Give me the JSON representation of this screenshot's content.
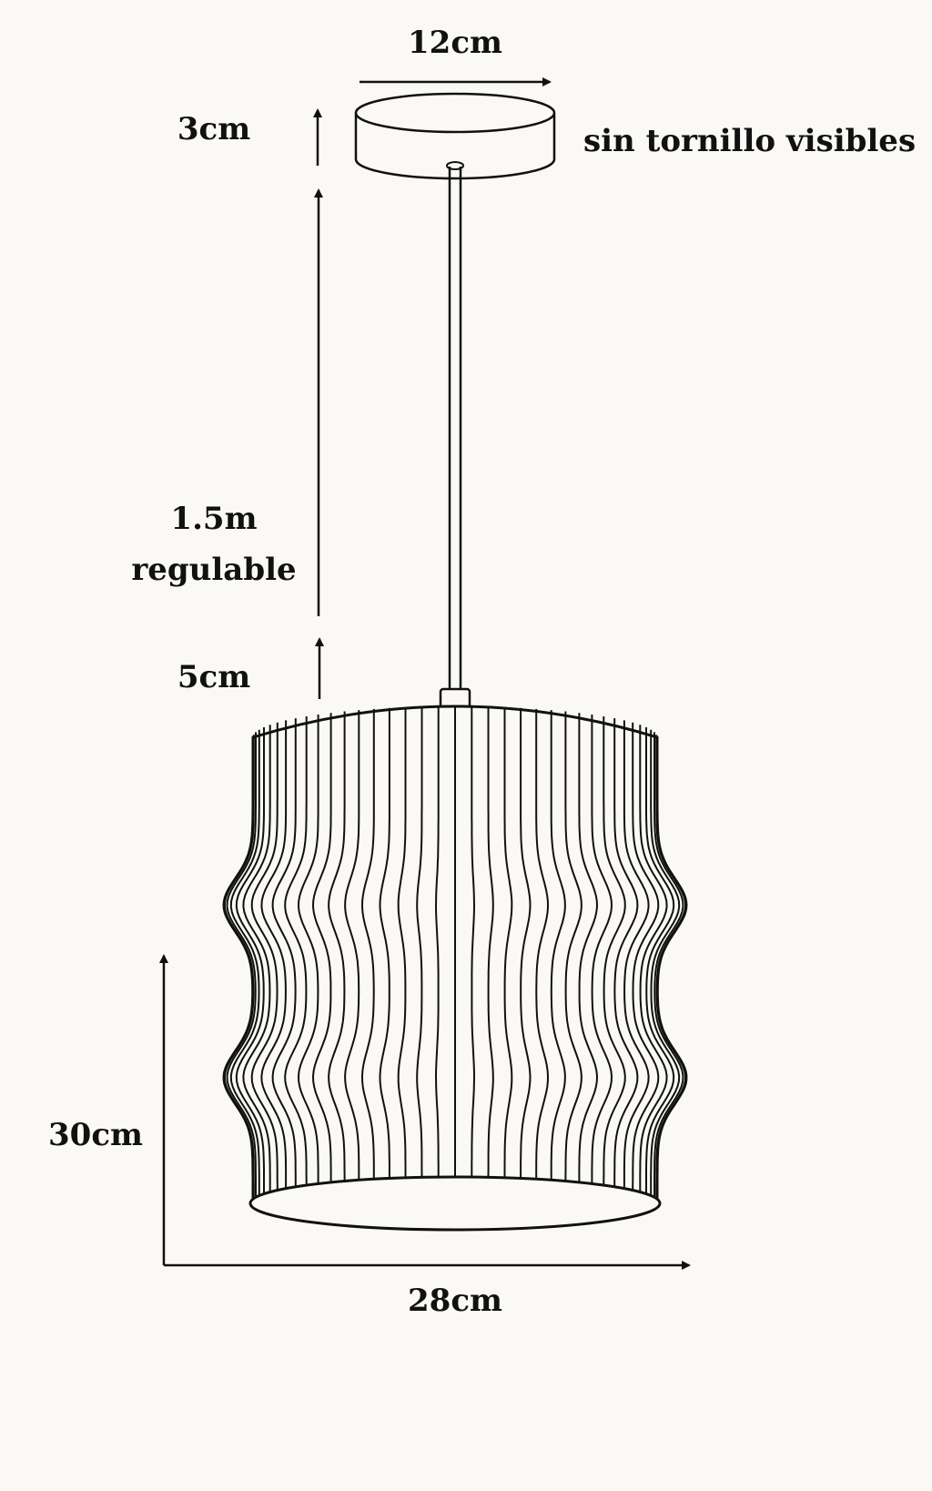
{
  "labels": {
    "canopy_width": "12cm",
    "canopy_height": "3cm",
    "no_screws": "sin tornillo visibles",
    "cable_length": "1.5m",
    "cable_note": "regulable",
    "connector_height": "5cm",
    "shade_height": "30cm",
    "shade_width": "28cm"
  },
  "colors": {
    "background": "#fbf9f5",
    "line": "#111111"
  }
}
